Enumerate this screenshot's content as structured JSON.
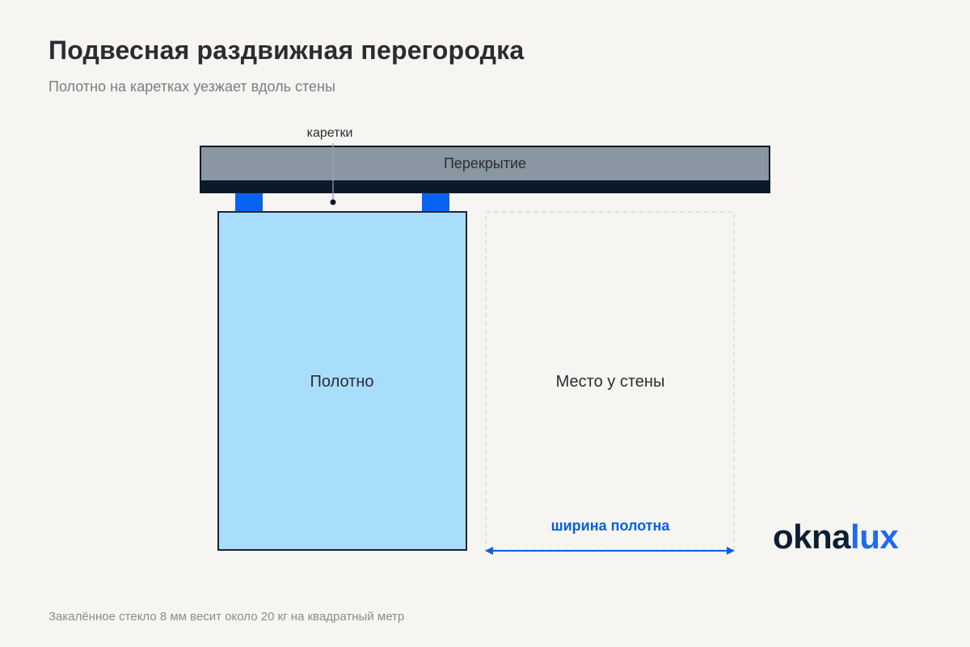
{
  "header": {
    "title": "Подвесная раздвижная перегородка",
    "subtitle": "Полотно на каретках уезжает вдоль стены"
  },
  "diagram": {
    "ceiling_label": "Перекрытие",
    "carriages_label": "каретки",
    "panel_label": "Полотно",
    "wall_space_label": "Место у стены",
    "width_label": "ширина полотна"
  },
  "footer": {
    "note": "Закалённое стекло 8 мм весит около 20 кг на квадратный метр"
  },
  "logo": {
    "part1": "okna",
    "part2": "lux"
  },
  "colors": {
    "ceiling": "#8a97a2",
    "rail": "#0b1a2b",
    "carriage": "#0a63f0",
    "panel": "#a9ddfc",
    "panel_border": "#1d2530",
    "dimension": "#0a5fe0",
    "background": "#f6f5f2"
  }
}
